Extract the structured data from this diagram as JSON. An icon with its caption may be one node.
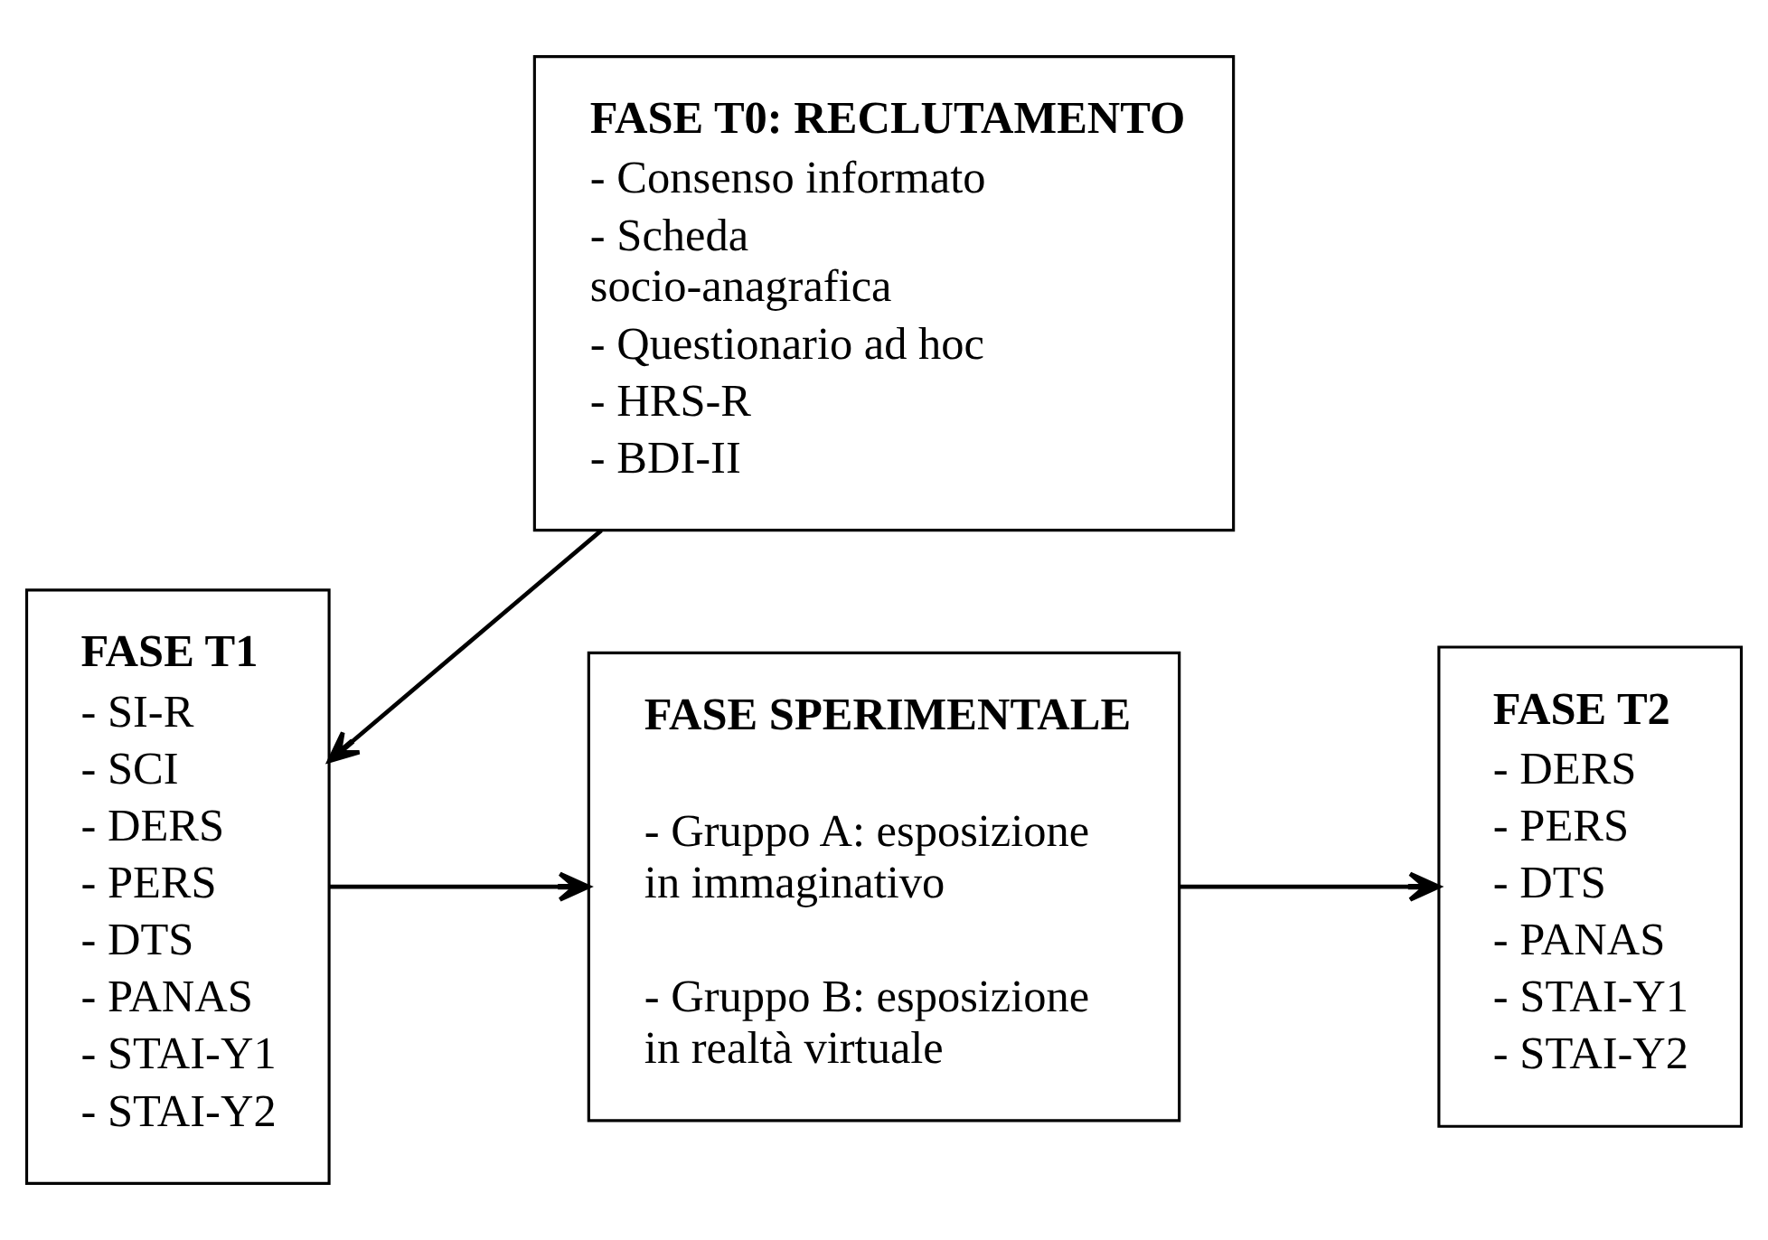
{
  "diagram": {
    "nodes": [
      {
        "text": [
          "FASE T0: RECLUTAMENTO",
          "- Consenso informato",
          "- Scheda socio-anagrafica",
          "- Questionario ad hoc",
          "- HRS-R",
          "- BDI-II"
        ]
      },
      {
        "text": [
          "FASE T1",
          "- SI-R",
          "- SCI",
          "- DERS",
          "- PERS",
          "- DTS",
          "- PANAS",
          "- STAI-Y1",
          "- STAI-Y2"
        ]
      },
      {
        "text": [
          "FASE SPERIMENTALE",
          "- Gruppo A: esposizione in immaginativo",
          "- Gruppo B: esposizione in realtà virtuale"
        ]
      },
      {
        "text": [
          "FASE T2",
          "- DERS",
          "- PERS",
          "- DTS",
          "- PANAS",
          "- STAI-Y1",
          "- STAI-Y2"
        ]
      }
    ],
    "edges": [
      {
        "from": 0,
        "to": 1,
        "arrow": "to"
      },
      {
        "from": 1,
        "to": 2,
        "arrow": "to"
      },
      {
        "from": 2,
        "to": 3,
        "arrow": "to"
      }
    ]
  }
}
